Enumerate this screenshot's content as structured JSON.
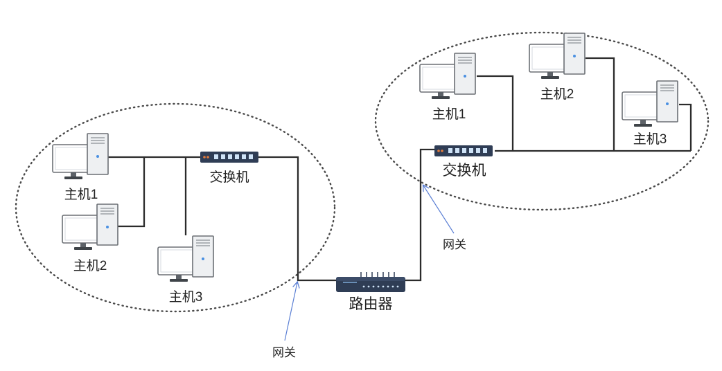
{
  "colors": {
    "line": "#2b2b2b",
    "dots": "#4a4a4a",
    "arrow": "#5b7fd4",
    "device": "#2f3d55",
    "port": "#cfe3f7",
    "monitor": "#ffffff",
    "tower": "#eef0f2",
    "outline": "#6b6f74"
  },
  "left_network": {
    "hosts": [
      "主机1",
      "主机2",
      "主机3"
    ],
    "switch": "交换机"
  },
  "right_network": {
    "hosts": [
      "主机1",
      "主机2",
      "主机3"
    ],
    "switch": "交换机"
  },
  "router": "路由器",
  "gateways": [
    "网关",
    "网关"
  ],
  "icons": {
    "host": "desktop-computer-icon",
    "switch": "network-switch-icon",
    "router": "router-icon"
  }
}
